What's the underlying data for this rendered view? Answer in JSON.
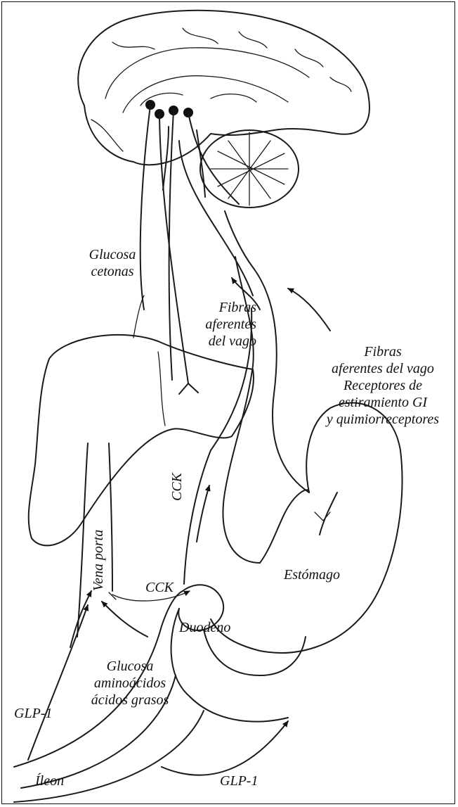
{
  "labels": {
    "glucosa_cetonas": [
      "Glucosa",
      "cetonas"
    ],
    "fibras_aferentes_left": [
      "Fibras",
      "aferentes",
      "del vago"
    ],
    "fibras_aferentes_right": [
      "Fibras",
      "aferentes del vago",
      "Receptores de",
      "estiramiento GI",
      "y quimiorreceptores"
    ],
    "cck_vertical": "CCK",
    "cck_horizontal": "CCK",
    "vena_porta": "Vena porta",
    "estomago": "Estómago",
    "duodeno": "Duodeno",
    "glucosa_nutrientes": [
      "Glucosa",
      "aminoácidos",
      "ácidos grasos"
    ],
    "glp1_left": "GLP-1",
    "glp1_bottom": "GLP-1",
    "ileon": "Íleon"
  }
}
